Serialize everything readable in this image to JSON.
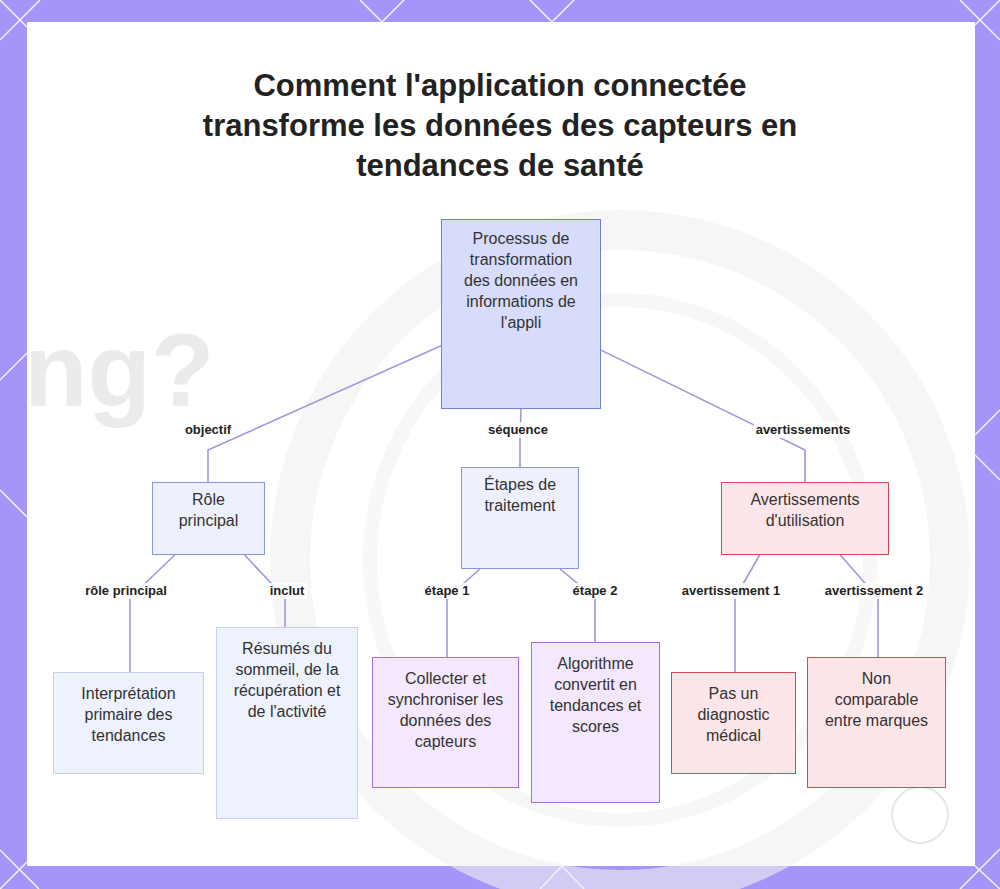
{
  "diagram": {
    "title": "Comment l'application connectée transforme les données des capteurs en tendances de santé",
    "nodes": [
      {
        "text": [
          "Processus de transformation des données en informations de l'appli"
        ]
      },
      {
        "text": [
          "Rôle principal"
        ]
      },
      {
        "text": [
          "Étapes de traitement"
        ]
      },
      {
        "text": [
          "Avertissements d'utilisation"
        ]
      },
      {
        "text": [
          "Interprétation primaire des tendances"
        ]
      },
      {
        "text": [
          "Résumés du sommeil, de la récupération et de l'activité"
        ]
      },
      {
        "text": [
          "Collecter et synchroniser les données des capteurs"
        ]
      },
      {
        "text": [
          "Algorithme convertit en tendances et scores"
        ]
      },
      {
        "text": [
          "Pas un diagnostic médical"
        ]
      },
      {
        "text": [
          "Non comparable entre marques"
        ]
      }
    ],
    "edges": [
      {
        "from": 0,
        "to": 1,
        "label": "objectif",
        "arrow": "none"
      },
      {
        "from": 0,
        "to": 2,
        "label": "séquence",
        "arrow": "none"
      },
      {
        "from": 0,
        "to": 3,
        "label": "avertissements",
        "arrow": "none"
      },
      {
        "from": 1,
        "to": 4,
        "label": "rôle principal",
        "arrow": "none"
      },
      {
        "from": 1,
        "to": 5,
        "label": "inclut",
        "arrow": "none"
      },
      {
        "from": 2,
        "to": 6,
        "label": "étape 1",
        "arrow": "none"
      },
      {
        "from": 2,
        "to": 7,
        "label": "étape 2",
        "arrow": "none"
      },
      {
        "from": 3,
        "to": 8,
        "label": "avertissement 1",
        "arrow": "none"
      },
      {
        "from": 3,
        "to": 9,
        "label": "avertissement 2",
        "arrow": "none"
      }
    ],
    "labels": [
      "ng?"
    ]
  }
}
